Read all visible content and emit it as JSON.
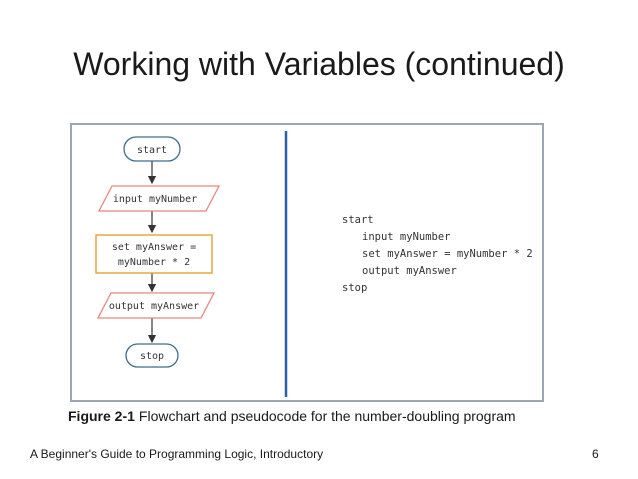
{
  "slide": {
    "title": "Working with Variables (continued)"
  },
  "flowchart": {
    "start_label": "start",
    "input_label": "input myNumber",
    "process_line1": "set myAnswer =",
    "process_line2": "myNumber * 2",
    "output_label": "output myAnswer",
    "stop_label": "stop"
  },
  "pseudocode": {
    "lines": [
      "start",
      "input myNumber",
      "set myAnswer = myNumber * 2",
      "output myAnswer",
      "stop"
    ]
  },
  "caption": {
    "label": "Figure 2-1",
    "text": "Flowchart and pseudocode for the number-doubling program"
  },
  "footer": {
    "book": "A Beginner's Guide to Programming Logic, Introductory",
    "page": "6"
  },
  "colors": {
    "terminal_border": "#3d6e8e",
    "io_border": "#e8877e",
    "process_border": "#e6a83a",
    "divider": "#2b5fa8",
    "frame_border": "#9da7b3"
  }
}
